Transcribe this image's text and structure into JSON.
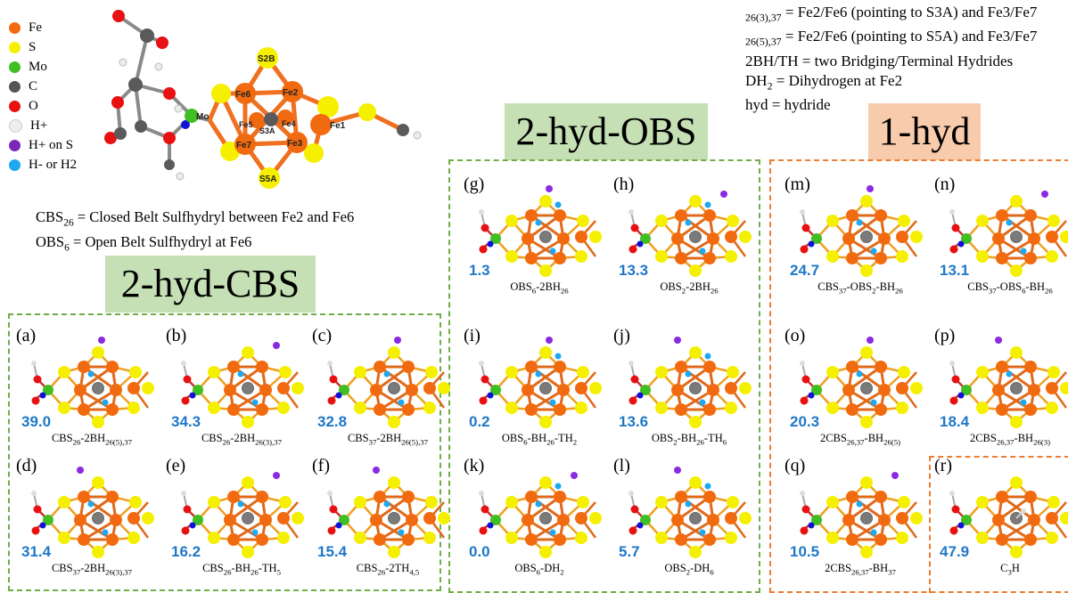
{
  "colors": {
    "Fe": "#f26a10",
    "S": "#f5f000",
    "Mo": "#3fbf22",
    "C": "#5a5a5a",
    "O": "#e81010",
    "H": "#ececec",
    "HS": "#8a2be2",
    "Hyd": "#1ea8f0",
    "N": "#1010d8",
    "green_banner": "#c5e0b4",
    "orange_banner": "#f8cbad",
    "green_border": "#70ad47",
    "orange_border": "#ed7d31",
    "energy_text": "#1f78c8"
  },
  "legend": [
    {
      "symbol": "Fe",
      "color": "#f26a10"
    },
    {
      "symbol": "S",
      "color": "#f5f000"
    },
    {
      "symbol": "Mo",
      "color": "#3fbf22"
    },
    {
      "symbol": "C",
      "color": "#555555"
    },
    {
      "symbol": "O",
      "color": "#e81010"
    },
    {
      "symbol": "H+",
      "color": "#eeeeee"
    },
    {
      "symbol": "H+ on S",
      "color": "#7a28b8"
    },
    {
      "symbol": "H- or H2",
      "color": "#1ea8f0"
    }
  ],
  "atom_labels": [
    "S2B",
    "Fe6",
    "Fe2",
    "Fe5",
    "Fe4",
    "S3A",
    "Fe7",
    "Fe3",
    "Fe1",
    "Mo",
    "S5A"
  ],
  "definitions_left": [
    "CBS26 = Closed Belt Sulfhydryl between Fe2 and Fe6",
    "OBS6 = Open Belt Sulfhydryl at Fe6"
  ],
  "definitions_right": [
    "26(3),37 = Fe2/Fe6 (pointing to S3A) and Fe3/Fe7",
    "26(5),37 = Fe2/Fe6 (pointing to S5A) and Fe3/Fe7",
    "2BH/TH = two Bridging/Terminal Hydrides",
    "DH2 = Dihydrogen at Fe2",
    "hyd = hydride"
  ],
  "banners": {
    "cbs": "2-hyd-CBS",
    "obs": "2-hyd-OBS",
    "hyd1": "1-hyd"
  },
  "panels": [
    {
      "label": "(a)",
      "energy": "39.0",
      "name": "CBS26-2BH26(5),37"
    },
    {
      "label": "(b)",
      "energy": "34.3",
      "name": "CBS26-2BH26(3),37"
    },
    {
      "label": "(c)",
      "energy": "32.8",
      "name": "CBS37-2BH26(5),37"
    },
    {
      "label": "(d)",
      "energy": "31.4",
      "name": "CBS37-2BH26(3),37"
    },
    {
      "label": "(e)",
      "energy": "16.2",
      "name": "CBS26-BH26-TH5"
    },
    {
      "label": "(f)",
      "energy": "15.4",
      "name": "CBS26-2TH4,5"
    },
    {
      "label": "(g)",
      "energy": "1.3",
      "name": "OBS6-2BH26"
    },
    {
      "label": "(h)",
      "energy": "13.3",
      "name": "OBS2-2BH26"
    },
    {
      "label": "(i)",
      "energy": "0.2",
      "name": "OBS6-BH26-TH2"
    },
    {
      "label": "(j)",
      "energy": "13.6",
      "name": "OBS2-BH26-TH6"
    },
    {
      "label": "(k)",
      "energy": "0.0",
      "name": "OBS6-DH2"
    },
    {
      "label": "(l)",
      "energy": "5.7",
      "name": "OBS2-DH6"
    },
    {
      "label": "(m)",
      "energy": "24.7",
      "name": "CBS37-OBS2-BH26"
    },
    {
      "label": "(n)",
      "energy": "13.1",
      "name": "CBS37-OBS6-BH26"
    },
    {
      "label": "(o)",
      "energy": "20.3",
      "name": "2CBS26,37-BH26(5)"
    },
    {
      "label": "(p)",
      "energy": "18.4",
      "name": "2CBS26,37-BH26(3)"
    },
    {
      "label": "(q)",
      "energy": "10.5",
      "name": "2CBS26,37-BH37"
    },
    {
      "label": "(r)",
      "energy": "47.9",
      "name": "C3H"
    }
  ]
}
